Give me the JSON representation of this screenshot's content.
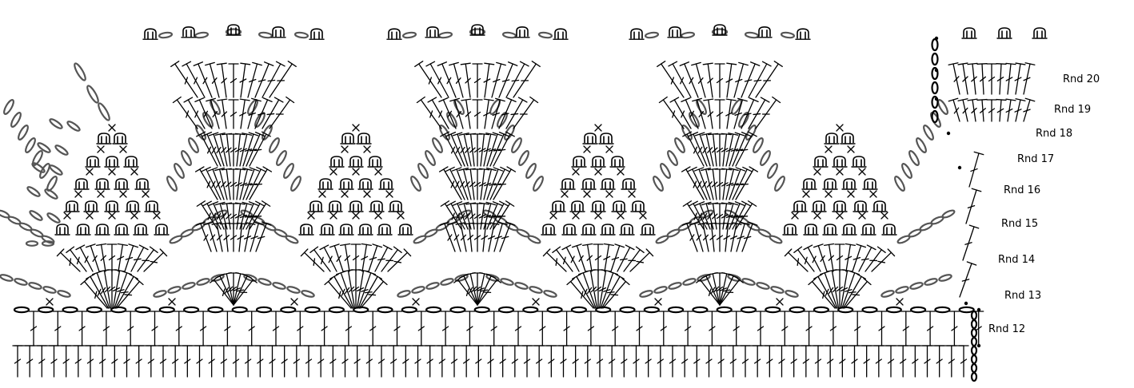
{
  "chart_title": "",
  "round_labels": [
    {
      "round": 20,
      "text": "Rnd 20"
    },
    {
      "round": 19,
      "text": "Rnd 19"
    },
    {
      "round": 18,
      "text": "Rnd 18"
    },
    {
      "round": 17,
      "text": "Rnd 17"
    },
    {
      "round": 16,
      "text": "Rnd 16"
    },
    {
      "round": 15,
      "text": "Rnd 15"
    },
    {
      "round": 14,
      "text": "Rnd 14"
    },
    {
      "round": 13,
      "text": "Rnd 13"
    },
    {
      "round": 12,
      "text": "Rnd 12"
    }
  ],
  "pattern": {
    "repeats_visible": 4,
    "foundation_row_stitch": "double crochet",
    "scallop_stitch": "double crochet fan",
    "peak_stitch": "puff / cluster",
    "ridge_stitch": "single crochet",
    "chain_symbol": "chain oval",
    "symbol_colors": {
      "ink": "#000000",
      "chain_fill": "#555555"
    }
  }
}
